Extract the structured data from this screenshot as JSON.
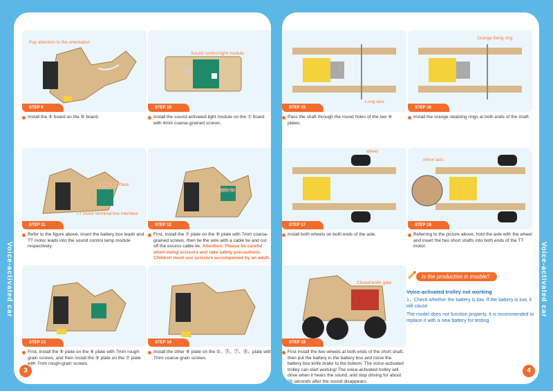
{
  "side_label": "Voice-activated car",
  "pages": {
    "left_number": "3",
    "right_number": "4"
  },
  "steps": {
    "s9": {
      "badge": "STEP 9",
      "caption": "Install the ⑤ board on the ⑥ board.",
      "callouts": [
        "Pay attention to the orientation"
      ]
    },
    "s10": {
      "badge": "STEP 10",
      "caption": "Install the sound-activated light module on the ⑦ board with 4mm coarse-grained screws.",
      "callouts": [
        "Sound control light module"
      ]
    },
    "s11": {
      "badge": "STEP 11",
      "caption": "Refer to the figure above, insert the battery box leads and TT motor leads into the sound control lamp module respectively.",
      "callouts": [
        "power interface",
        "TT motor terminal line interface"
      ]
    },
    "s12": {
      "badge": "STEP 12",
      "caption": "First, install the ⑦ plate on the ⑥ plate with 7mm coarse-grained screws, then tie the wire with a cable tie and cut off the excess cable tie.",
      "warning": "Attention: Please be careful when using scissors and take safety precautions. Children must use scissors accompanied by an adult.",
      "callouts": [
        "Cable tie"
      ]
    },
    "s13": {
      "badge": "STEP 13",
      "caption": "First, install the ⑧ plate on the ⑥ plate with 7mm rough-grain screws, and then install the ⑨ plate on the ⑦ plate with 7mm rough-grain screws.",
      "callouts": []
    },
    "s14": {
      "badge": "STEP 14",
      "caption": "Install the other ⑥ plate on the ②、⑤、⑦、⑧、plate with 7mm coarse grain screws.",
      "callouts": []
    },
    "s15": {
      "badge": "STEP 15",
      "caption": "Pass the shaft through the round holes of the two ⑥ plates.",
      "callouts": [
        "Long axis"
      ]
    },
    "s16": {
      "badge": "STEP 16",
      "caption": "Install the orange retaining rings at both ends of the shaft.",
      "callouts": [
        "Orange fixing ring"
      ]
    },
    "s17": {
      "badge": "STEP 17",
      "caption": "Install both wheels on both ends of the axle.",
      "callouts": [
        "wheel"
      ]
    },
    "s18": {
      "badge": "STEP 18",
      "caption": "Referring to the picture above, hold the axle with the wheel and insert the two short shafts into both ends of the TT motor.",
      "callouts": [
        "minor axis"
      ]
    },
    "s19": {
      "badge": "STEP 19",
      "caption": "First install the two wheels at both ends of the short shaft, then put the battery in the battery box and close the battery box knife brake to the bottom. The voice-activated trolley can start working! The voice-activated trolley will drive when it hears the sound, and stop driving for about 20 seconds after the sound disappears.",
      "callouts": [
        "Closed knife gate"
      ]
    }
  },
  "trouble": {
    "tag": "Is the production in trouble?",
    "title": "Voice-activated trolley not working",
    "line1": "1、Check whether the battery is low. If the battery is low, it will cause",
    "line2": "The model does not function properly. It is recommended to replace it with a new battery for testing"
  },
  "colors": {
    "accent": "#f26c2e",
    "background": "#5bb8e6",
    "info_blue": "#1e6fb5"
  }
}
